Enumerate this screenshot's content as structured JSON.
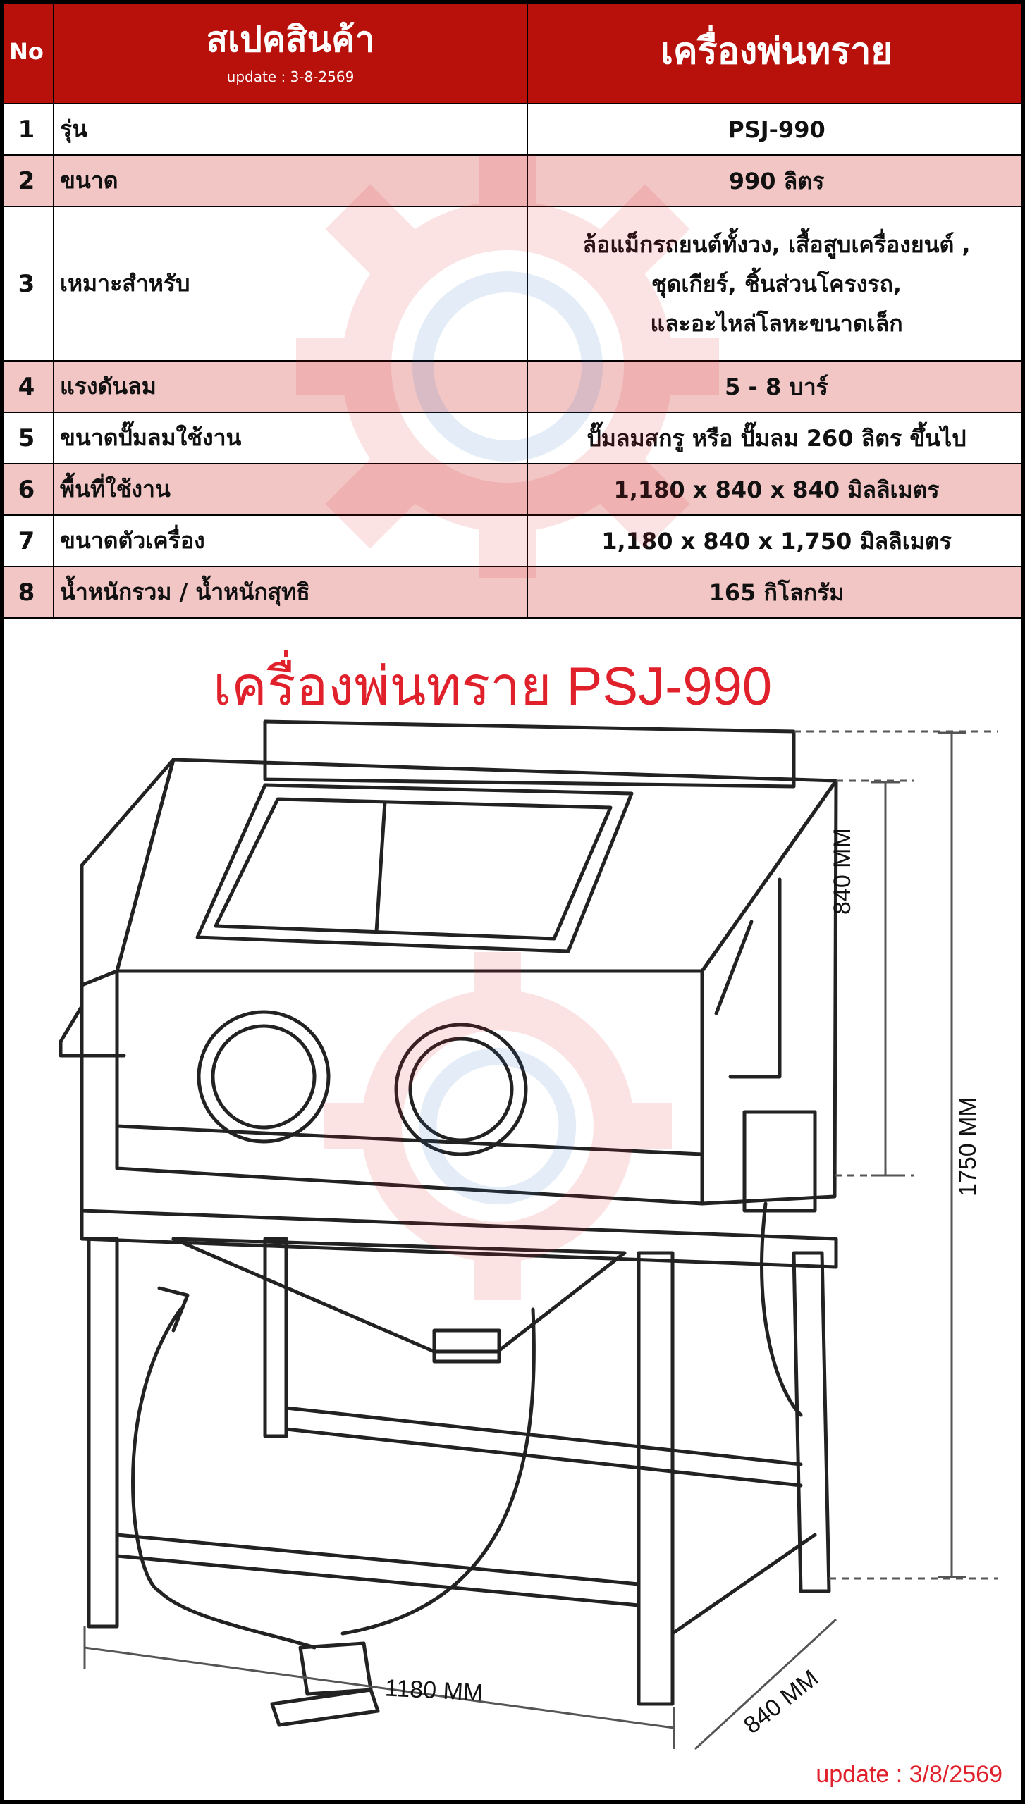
{
  "header": {
    "no_label": "No",
    "spec_title": "สเปคสินค้า",
    "spec_update": "update : 3-8-2569",
    "product_title": "เครื่องพ่นทราย"
  },
  "rows": [
    {
      "no": "1",
      "spec": "รุ่น",
      "value": "PSJ-990"
    },
    {
      "no": "2",
      "spec": "ขนาด",
      "value": "990 ลิตร"
    },
    {
      "no": "3",
      "spec": "เหมาะสำหรับ",
      "value_lines": [
        "ล้อแม็กรถยนต์ทั้งวง, เสื้อสูบเครื่องยนต์ ,",
        "ชุดเกียร์, ชิ้นส่วนโครงรถ,",
        "และอะไหล่โลหะขนาดเล็ก"
      ]
    },
    {
      "no": "4",
      "spec": "แรงดันลม",
      "value": "5 - 8 บาร์"
    },
    {
      "no": "5",
      "spec": "ขนาดปั๊มลมใช้งาน",
      "value": "ปั๊มลมสกรู หรือ ปั๊มลม 260 ลิตร ขึ้นไป"
    },
    {
      "no": "6",
      "spec": "พื้นที่ใช้งาน",
      "value": "1,180 x 840 x 840 มิลลิเมตร"
    },
    {
      "no": "7",
      "spec": "ขนาดตัวเครื่อง",
      "value": "1,180 x 840 x 1,750 มิลลิเมตร"
    },
    {
      "no": "8",
      "spec": "น้ำหนักรวม / น้ำหนักสุทธิ",
      "value": "165 กิโลกรัม"
    }
  ],
  "diagram": {
    "title": "เครื่องพ่นทราย  PSJ-990",
    "dim_height_upper": "840 MM",
    "dim_height_total": "1750 MM",
    "dim_width": "1180 MM",
    "dim_depth": "840 MM",
    "footer_update": "update : 3/8/2569"
  },
  "colors": {
    "header_red": "#b8100b",
    "row_pink": "#f3c6c6",
    "title_red": "#e0202b"
  }
}
